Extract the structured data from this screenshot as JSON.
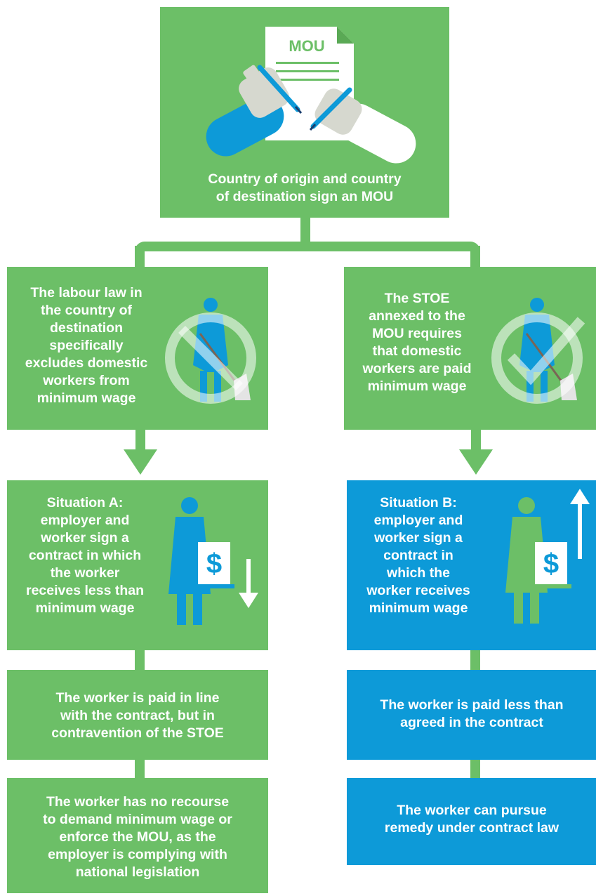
{
  "top": {
    "doc_label": "MOU",
    "caption_line1": "Country of origin and country",
    "caption_line2": "of destination sign an MOU"
  },
  "left": {
    "rule": [
      "The labour law in",
      "the country of",
      "destination",
      "specifically",
      "excludes domestic",
      "workers from",
      "minimum wage"
    ],
    "situation": [
      "Situation A:",
      "employer and",
      "worker sign a",
      "contract in which",
      "the worker",
      "receives less than",
      "minimum wage"
    ],
    "outcome1": [
      "The worker is paid in line",
      "with the contract, but in",
      "contravention of the STOE"
    ],
    "outcome2": [
      "The worker has no recourse",
      "to demand minimum wage or",
      "enforce the MOU, as the",
      "employer is complying with",
      "national legislation"
    ]
  },
  "right": {
    "rule": [
      "The STOE",
      "annexed to the",
      "MOU requires",
      "that domestic",
      "workers are paid",
      "minimum wage"
    ],
    "situation": [
      "Situation B:",
      "employer and",
      "worker sign a",
      "contract in",
      "which the",
      "worker receives",
      "minimum wage"
    ],
    "outcome1": [
      "The worker is paid less than",
      "agreed in the contract"
    ],
    "outcome2": [
      "The worker can pursue",
      "remedy under contract law"
    ]
  },
  "icons": {
    "currency_symbol": "$",
    "top": [
      "document-icon",
      "hand-with-pen-icon"
    ],
    "left_rule": "prohibited-domestic-worker-icon",
    "right_rule": "approved-domestic-worker-icon",
    "left_situation": "wage-down-icon",
    "right_situation": "wage-up-icon"
  },
  "colors": {
    "green": "#6cbf67",
    "blue": "#0d9ad8",
    "white": "#ffffff"
  }
}
